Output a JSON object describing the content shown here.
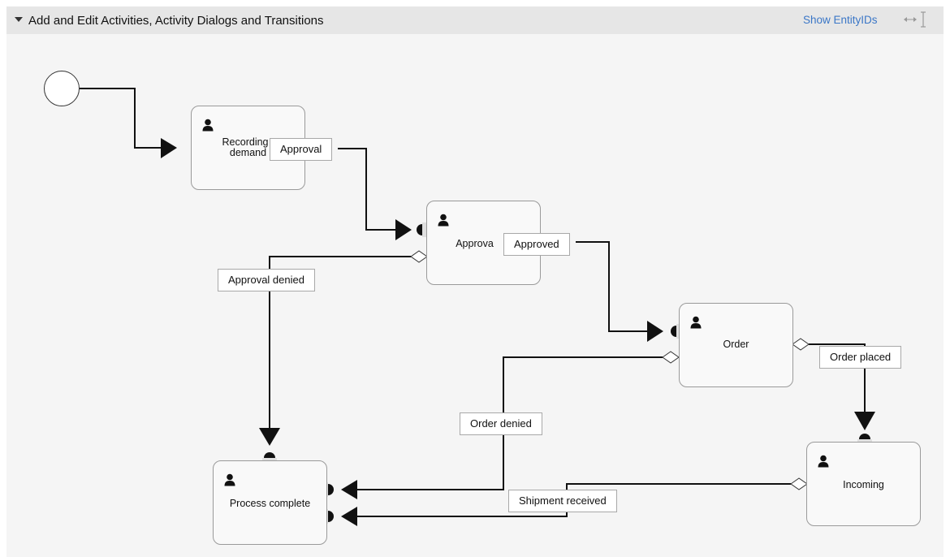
{
  "header": {
    "title": "Add and Edit Activities, Activity Dialogs and Transitions",
    "show_entity_ids": "Show EntityIDs"
  },
  "activities": {
    "recording": {
      "label_line1": "Recording t",
      "label_line2": "demand"
    },
    "approval": {
      "label": "Approva"
    },
    "order": {
      "label": "Order"
    },
    "incoming": {
      "label": "Incoming"
    },
    "process_complete": {
      "label": "Process complete"
    }
  },
  "transitions": {
    "approval": "Approval",
    "approved": "Approved",
    "approval_denied": "Approval denied",
    "order_placed": "Order placed",
    "order_denied": "Order denied",
    "shipment_received": "Shipment received"
  },
  "icons": {
    "collapse": "caret-down-icon",
    "user": "user-icon",
    "resize_horizontal": "horizontal-resize-icon",
    "resize_vertical": "vertical-resize-icon"
  },
  "colors": {
    "link": "#3b77c7",
    "canvas_bg": "#f5f5f5",
    "header_bg": "#e6e6e6",
    "activity_bg": "#f9f9f9"
  }
}
